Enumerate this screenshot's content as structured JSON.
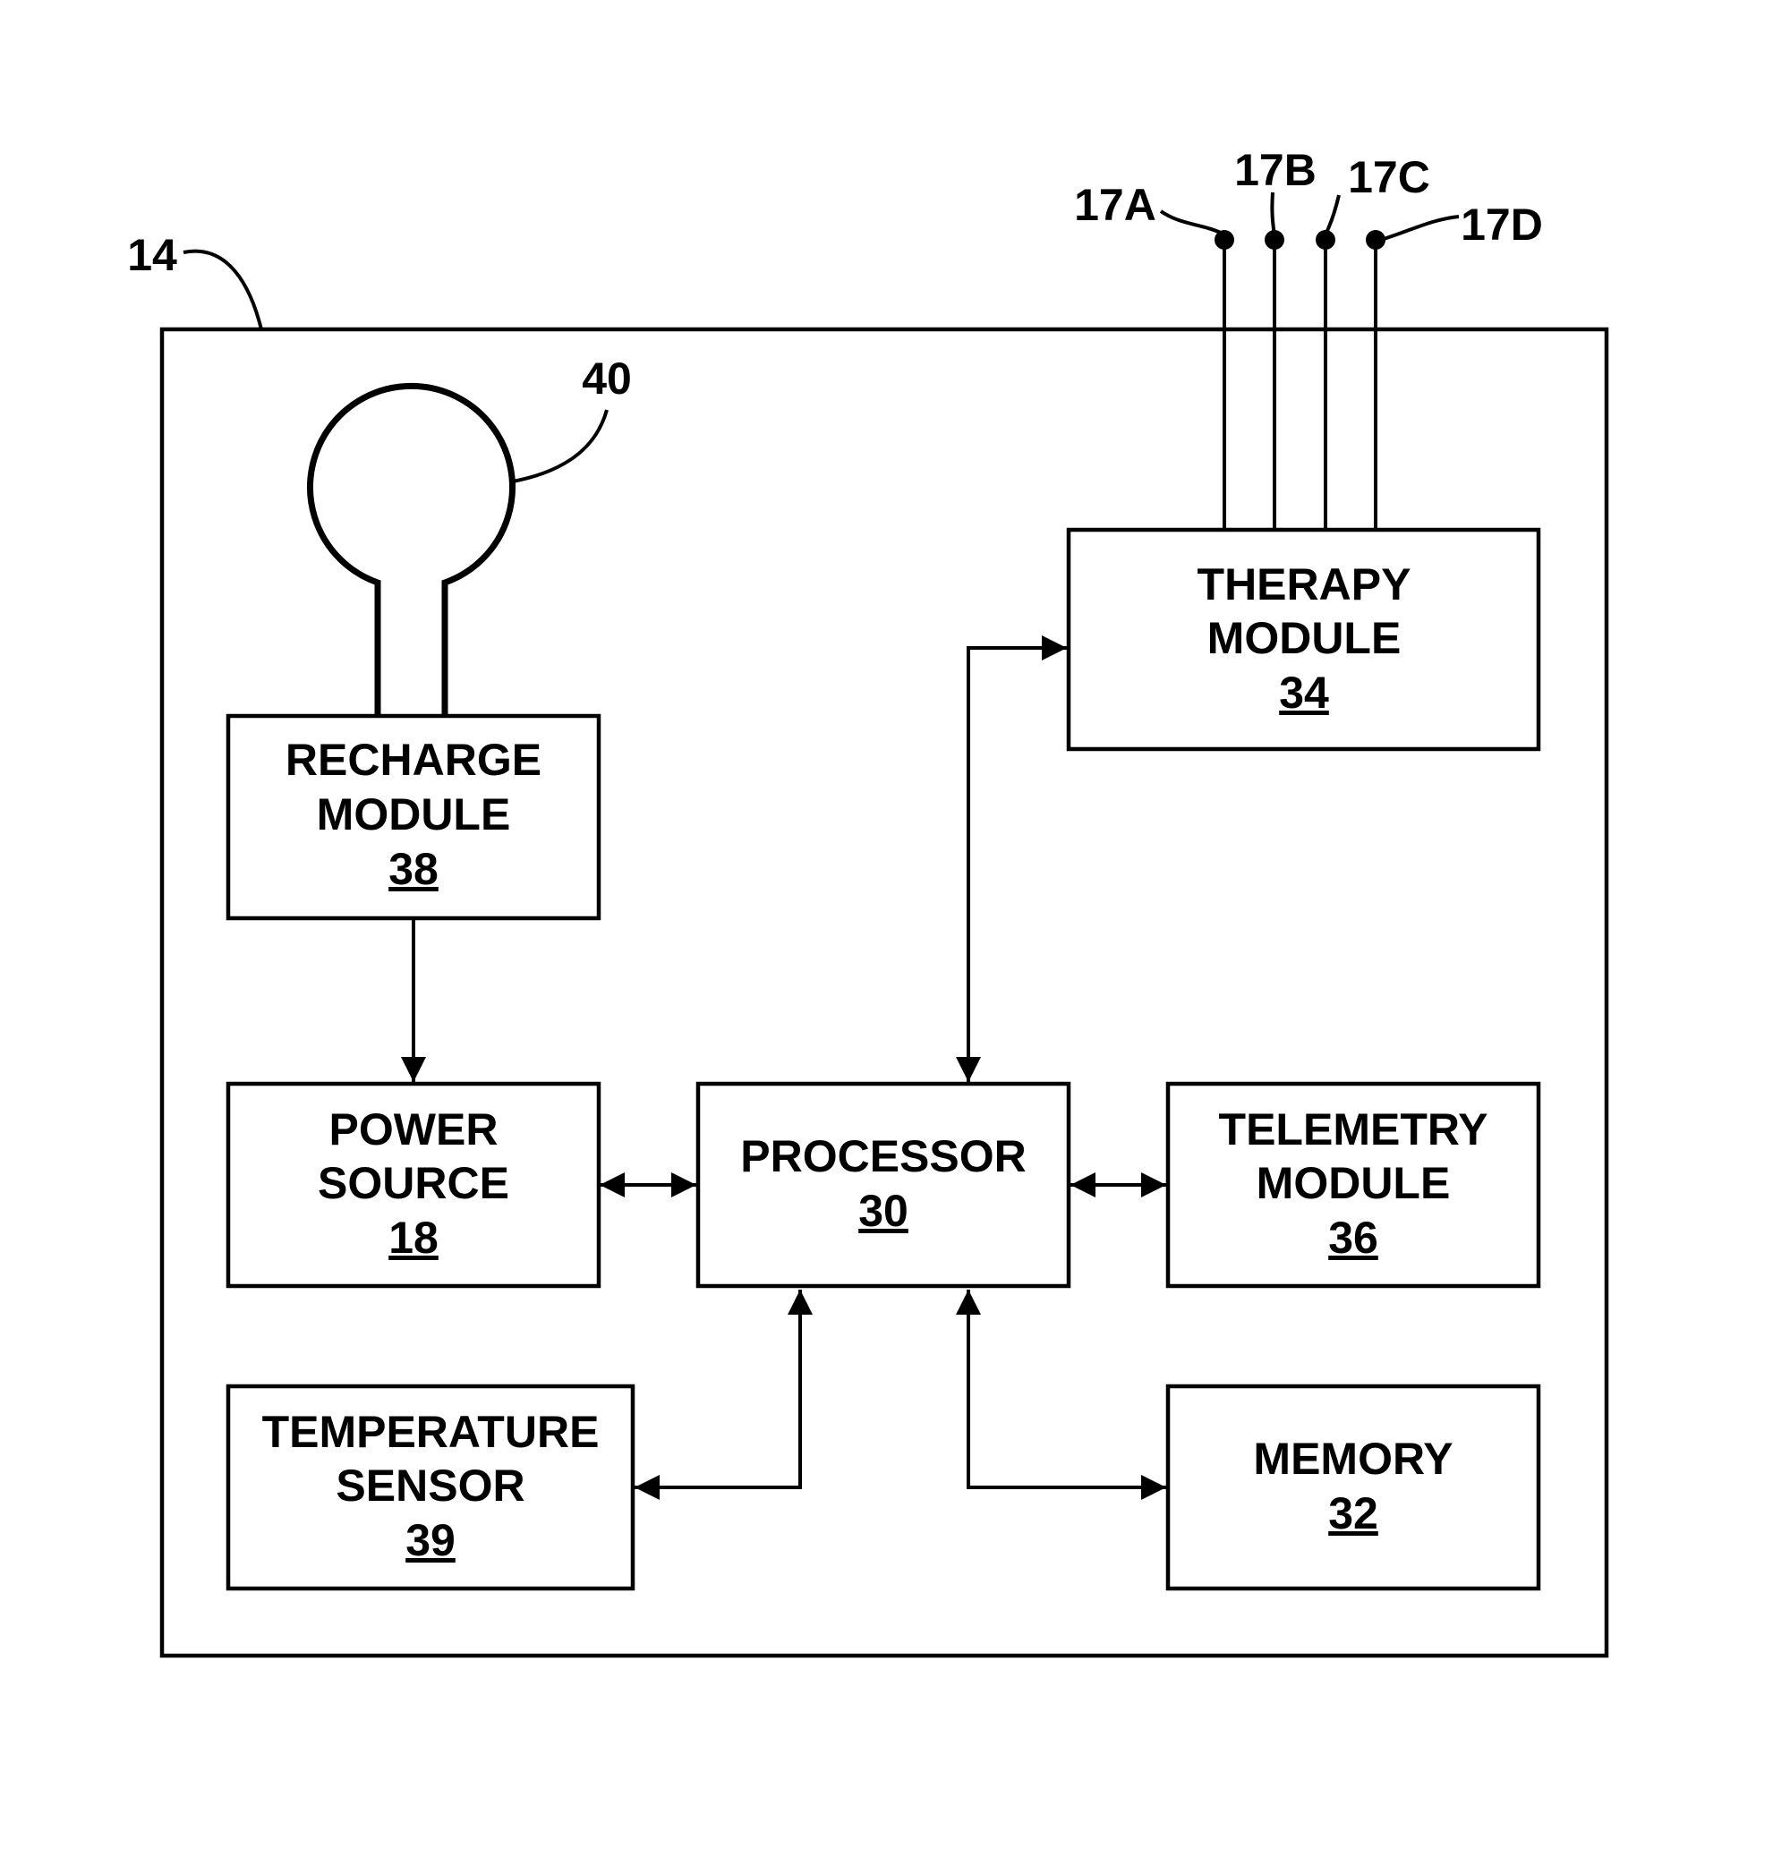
{
  "device_label": "14",
  "coil_label": "40",
  "electrodes": [
    "17A",
    "17B",
    "17C",
    "17D"
  ],
  "blocks": {
    "recharge": {
      "line1": "RECHARGE",
      "line2": "MODULE",
      "ref": "38"
    },
    "power": {
      "line1": "POWER",
      "line2": "SOURCE",
      "ref": "18"
    },
    "processor": {
      "line1": "PROCESSOR",
      "ref": "30"
    },
    "telemetry": {
      "line1": "TELEMETRY",
      "line2": "MODULE",
      "ref": "36"
    },
    "therapy": {
      "line1": "THERAPY",
      "line2": "MODULE",
      "ref": "34"
    },
    "temperature": {
      "line1": "TEMPERATURE",
      "line2": "SENSOR",
      "ref": "39"
    },
    "memory": {
      "line1": "MEMORY",
      "ref": "32"
    }
  }
}
